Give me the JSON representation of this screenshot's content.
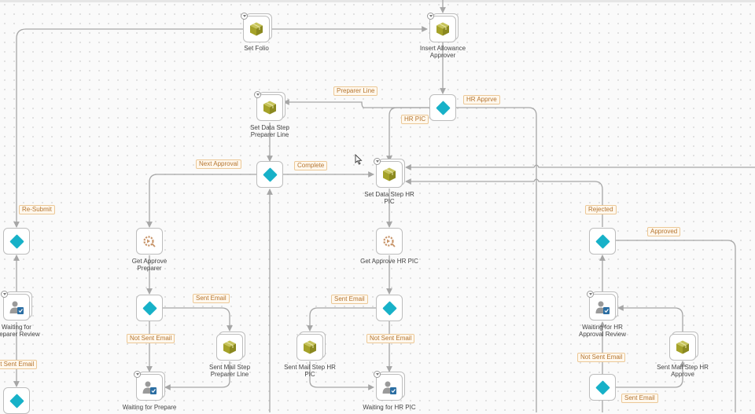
{
  "colors": {
    "decision": "#17b1c8",
    "box_icon": "#a5a229",
    "connector": "#a6a6a6",
    "tag_text": "#b5752f"
  },
  "nodes": {
    "set_folio": "Set Folio",
    "insert_allowance": "Insert Allowance Approver",
    "set_data_preparer": "Set Data Step Preparer Line",
    "set_data_hr": "Set Data Step HR PIC",
    "get_approve_preparer": "Get Approve Preparer",
    "get_approve_hr": "Get Approve HR PIC",
    "waiting_preparer_review": "Waiting for Preparer Review",
    "waiting_prepare": "Waiting for Prepare",
    "sent_mail_preparer": "Sent Mail Step Preparer Line",
    "sent_mail_hr_pic": "Sent Mail Step HR PIC",
    "waiting_hr_pic": "Waiting for HR PIC",
    "waiting_hr_review": "Waiting for HR Approval Review",
    "sent_mail_hr_approve": "Sent Mail Step HR Approve"
  },
  "tags": {
    "preparer_line": "Preparer Line",
    "hr_apprve": "HR Apprve",
    "hr_pic": "HR PIC",
    "next_approval": "Next Approval",
    "complete": "Complete",
    "resubmit": "Re-Submit",
    "rejected": "Rejected",
    "approved": "Approved",
    "sent_email_1": "Sent Email",
    "sent_email_2": "Sent Email",
    "sent_email_3": "Sent Email",
    "not_sent_email_1": "Not Sent Email",
    "not_sent_email_2": "Not Sent Email",
    "not_sent_email_3": "Not Sent Email",
    "not_sent_email_4": "Not Sent Email"
  },
  "icons": {
    "box": "package-icon",
    "decision": "decision-diamond-icon",
    "approve": "approval-gear-icon",
    "user_task": "user-task-icon",
    "start_marker": "start-marker-icon"
  }
}
